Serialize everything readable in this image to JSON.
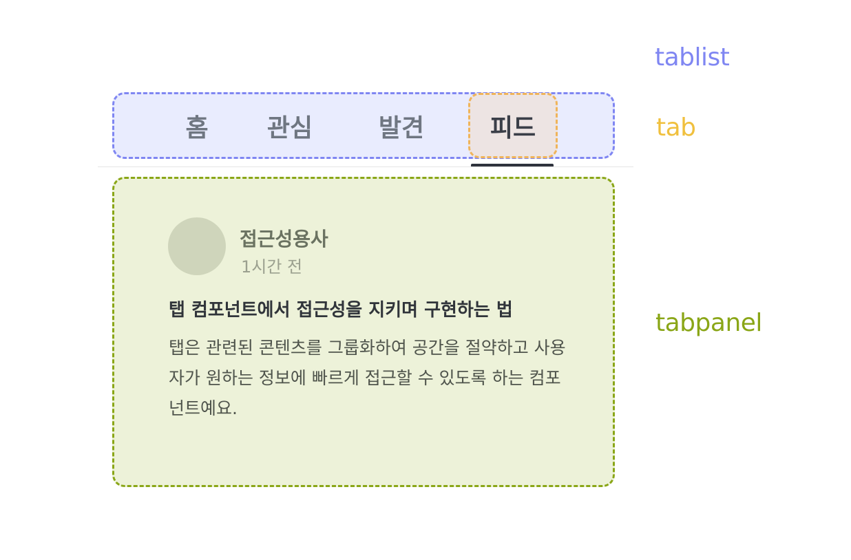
{
  "annotations": {
    "tablist": "tablist",
    "tab": "tab",
    "tabpanel": "tabpanel"
  },
  "colors": {
    "tablist_accent": "#7f86f2",
    "tab_accent": "#f0c03e",
    "tabpanel_accent": "#8aa617"
  },
  "tabs": [
    {
      "label": "홈",
      "selected": false
    },
    {
      "label": "관심",
      "selected": false
    },
    {
      "label": "발견",
      "selected": false
    },
    {
      "label": "피드",
      "selected": true
    }
  ],
  "panel": {
    "author": "접근성용사",
    "time": "1시간 전",
    "title": "탭 컴포넌트에서 접근성을 지키며 구현하는 법",
    "body": "탭은 관련된 콘텐츠를 그룹화하여 공간을 절약하고 사용자가 원하는 정보에 빠르게 접근할 수 있도록 하는 컴포넌트예요."
  }
}
